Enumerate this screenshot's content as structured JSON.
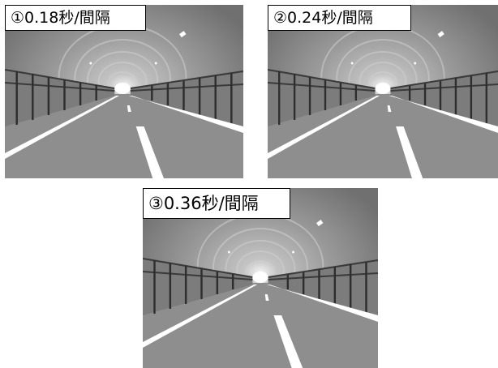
{
  "panels": [
    {
      "label": "①0.18秒/間隔"
    },
    {
      "label": "②0.24秒/間隔"
    },
    {
      "label": "③0.36秒/間隔"
    }
  ]
}
